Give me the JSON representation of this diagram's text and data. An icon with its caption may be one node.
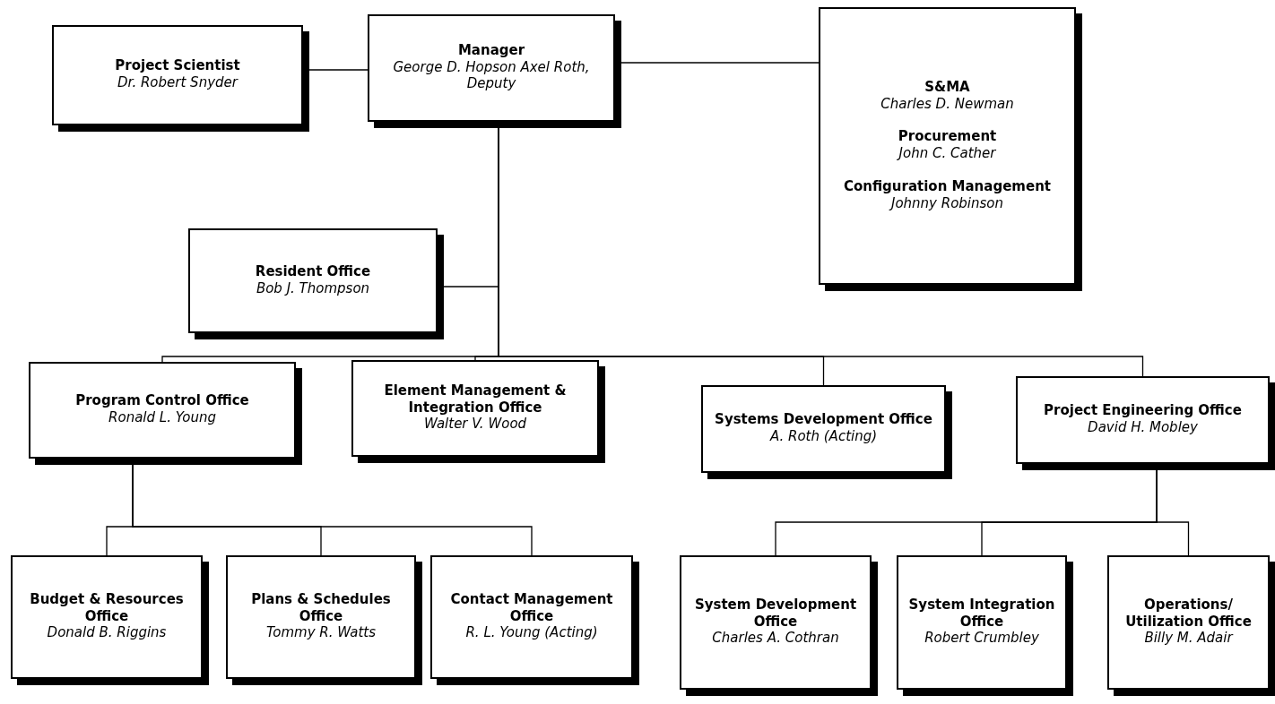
{
  "diagram": {
    "nodes": [
      {
        "text": [
          "Project Scientist",
          "Dr. Robert Snyder"
        ]
      },
      {
        "text": [
          "Manager",
          "George D. Hopson Axel Roth, Deputy"
        ]
      },
      {
        "text": [
          "S&MA",
          "Charles D. Newman",
          "Procurement",
          "John C. Cather",
          "Configuration Management",
          "Johnny Robinson"
        ]
      },
      {
        "text": [
          "Resident Office",
          "Bob J. Thompson"
        ]
      },
      {
        "text": [
          "Program Control Office",
          "Ronald L. Young"
        ]
      },
      {
        "text": [
          "Element Management & Integration Office",
          "Walter V. Wood"
        ]
      },
      {
        "text": [
          "Systems Development Office",
          "A. Roth (Acting)"
        ]
      },
      {
        "text": [
          "Project Engineering Office",
          "David H. Mobley"
        ]
      },
      {
        "text": [
          "Budget & Resources Office",
          "Donald B. Riggins"
        ]
      },
      {
        "text": [
          "Plans & Schedules Office",
          "Tommy R. Watts"
        ]
      },
      {
        "text": [
          "Contact Management Office",
          "R. L. Young (Acting)"
        ]
      },
      {
        "text": [
          "System Development Office",
          "Charles A. Cothran"
        ]
      },
      {
        "text": [
          "System Integration Office",
          "Robert Crumbley"
        ]
      },
      {
        "text": [
          "Operations/ Utilization Office",
          "Billy M. Adair"
        ]
      }
    ],
    "edges": [
      {
        "from": 0,
        "to": 1,
        "arrow": "none"
      },
      {
        "from": 1,
        "to": 2,
        "arrow": "none"
      },
      {
        "from": 1,
        "to": 3,
        "arrow": "none"
      },
      {
        "from": 1,
        "to": 4,
        "arrow": "none"
      },
      {
        "from": 1,
        "to": 5,
        "arrow": "none"
      },
      {
        "from": 1,
        "to": 6,
        "arrow": "none"
      },
      {
        "from": 1,
        "to": 7,
        "arrow": "none"
      },
      {
        "from": 4,
        "to": 8,
        "arrow": "none"
      },
      {
        "from": 4,
        "to": 9,
        "arrow": "none"
      },
      {
        "from": 4,
        "to": 10,
        "arrow": "none"
      },
      {
        "from": 7,
        "to": 11,
        "arrow": "none"
      },
      {
        "from": 7,
        "to": 12,
        "arrow": "none"
      },
      {
        "from": 7,
        "to": 13,
        "arrow": "none"
      }
    ]
  }
}
